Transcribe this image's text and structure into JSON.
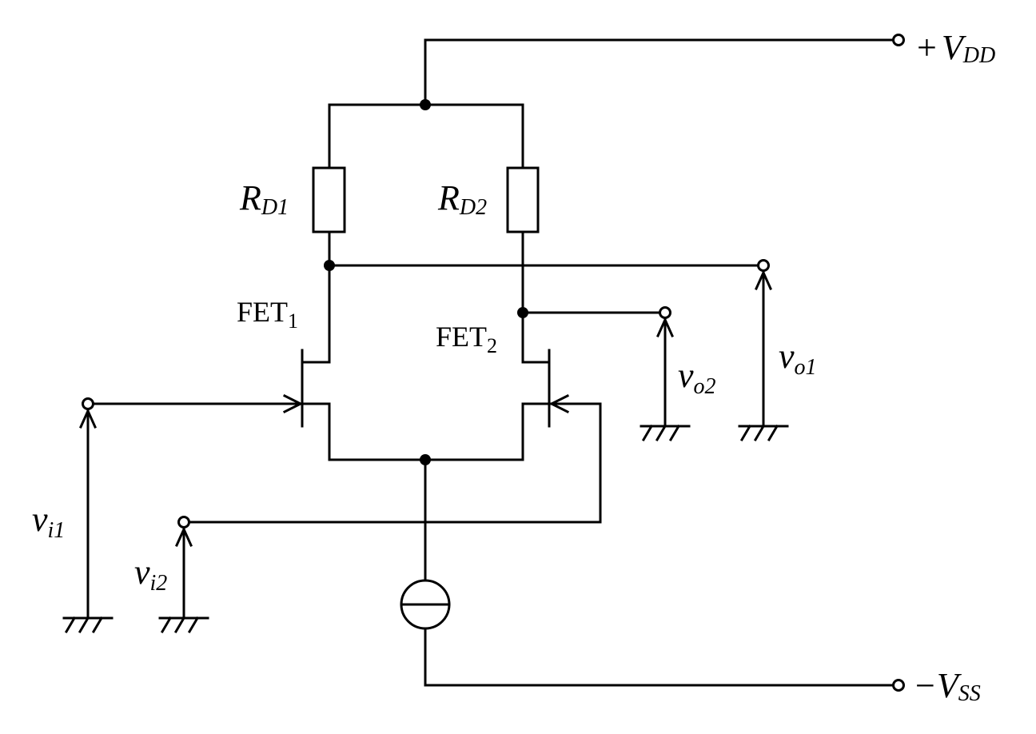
{
  "labels": {
    "vdd_sign": "+",
    "vdd_main": "V",
    "vdd_sub": "DD",
    "vss_sign": "−",
    "vss_main": "V",
    "vss_sub": "SS",
    "rd1_main": "R",
    "rd1_sub": "D1",
    "rd2_main": "R",
    "rd2_sub": "D2",
    "fet1_main": "FET",
    "fet1_sub": "1",
    "fet2_main": "FET",
    "fet2_sub": "2",
    "vo1_main": "v",
    "vo1_sub": "o1",
    "vo2_main": "v",
    "vo2_sub": "o2",
    "vi1_main": "v",
    "vi1_sub": "i1",
    "vi2_main": "v",
    "vi2_sub": "i2"
  },
  "colors": {
    "line": "#000000",
    "background": "#ffffff"
  }
}
